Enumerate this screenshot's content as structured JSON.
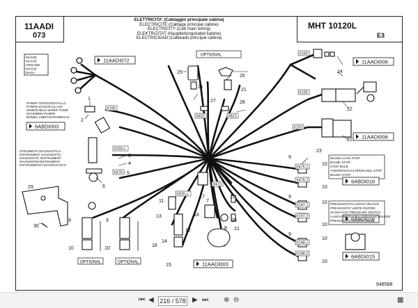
{
  "header": {
    "left_code_1": "11AADI",
    "left_code_2": "073",
    "right_model": "MHT 10120L",
    "right_edition": "E3",
    "title_lines": [
      "ELETTRICITA' (Cablaggio principale cabina)",
      "ELECTRICITE (Cablage principal cabine)",
      "ELECTRICITY (Cab main wiring)",
      "ELEKTRIZITAT (Hauptleitungskabel kabine)",
      "ELECTRICIDAD (Cableado principal cabina)"
    ]
  },
  "labels": {
    "ground": [
      "MASSE",
      "MASSE",
      "GROUND",
      "MASSE",
      "MASA"
    ],
    "wiper": [
      "POMPA TERGICRISTALLO",
      "POMPE ESSUIE-GLACE",
      "WINDSHIELD WIPER PUMP",
      "SCHEIBEN-PUMPE",
      "BOMBA LIMPIAPARABRISAS"
    ],
    "diagnostic": [
      "STRUMENTI DIAGNOSTICA",
      "INSTRUMENT DIAGNOSTIC",
      "DIAGNOSTIC INSTRUMENT",
      "DIAGNOSTIKINSTRUMENT",
      "INSTRUMENTO DIAGNOSTICO"
    ],
    "stop": [
      "BULBO LUCE STOP",
      "BULBE STOP",
      "STOP BULB",
      "THERMOSCHALTER/KUGEL STOP",
      "BULBO STOP"
    ],
    "pressure": [
      "PRESSOSTATO LENTO-VELOCE",
      "PRESSOSTAT LENTE-RAPIDE",
      "SLOW-FAST PRESSURE SWITCH",
      "LANGSAM/SCHNELL DRUCKSCHALTER",
      "PRESOSTATO LENTO-VELOZ"
    ],
    "optional": "OPTIONAL"
  },
  "references": {
    "r1": "11AADI072",
    "r2": "11AADI006",
    "r3": "11AADI006",
    "r4": "6ABDI003",
    "r5": "6ABDI016",
    "r6": "6ABDI016",
    "r7": "6ABDI015",
    "r8": "11AADI003"
  },
  "connectors": {
    "x160": "X160",
    "x192": "X192",
    "x191": "X191",
    "x196": "X196",
    "x822": "X822",
    "x821": "X821",
    "x260": "X260.s",
    "x476": "X476",
    "x826": "X826.s",
    "x473": "X473",
    "x476_1": "X476.1",
    "x476_2": "X476.2",
    "x197_1": "X197.1",
    "x197_2": "X197.2",
    "x198_1": "X198.1",
    "x198_2": "X198.2"
  },
  "callouts": {
    "n1": "1",
    "n2": "2",
    "n3": "3",
    "n4": "4",
    "n5": "5",
    "n6": "6",
    "n7": "7",
    "n8": "8",
    "n9": "9",
    "n10": "10",
    "n11": "11",
    "n12": "12",
    "n13": "13",
    "n14": "14",
    "n15": "15",
    "n16": "16",
    "n17": "17",
    "n18": "18",
    "n19": "19",
    "n20": "20",
    "n21": "21",
    "n22": "22",
    "n23": "23",
    "n24": "24",
    "n25": "25",
    "n26": "26",
    "n27": "27",
    "n28": "28",
    "n29": "29",
    "n30": "30"
  },
  "page_number": "648588",
  "toolbar": {
    "current_page": "216 / 578"
  },
  "colors": {
    "line": "#111111",
    "toolbar_bg": "#f3f3f3"
  }
}
